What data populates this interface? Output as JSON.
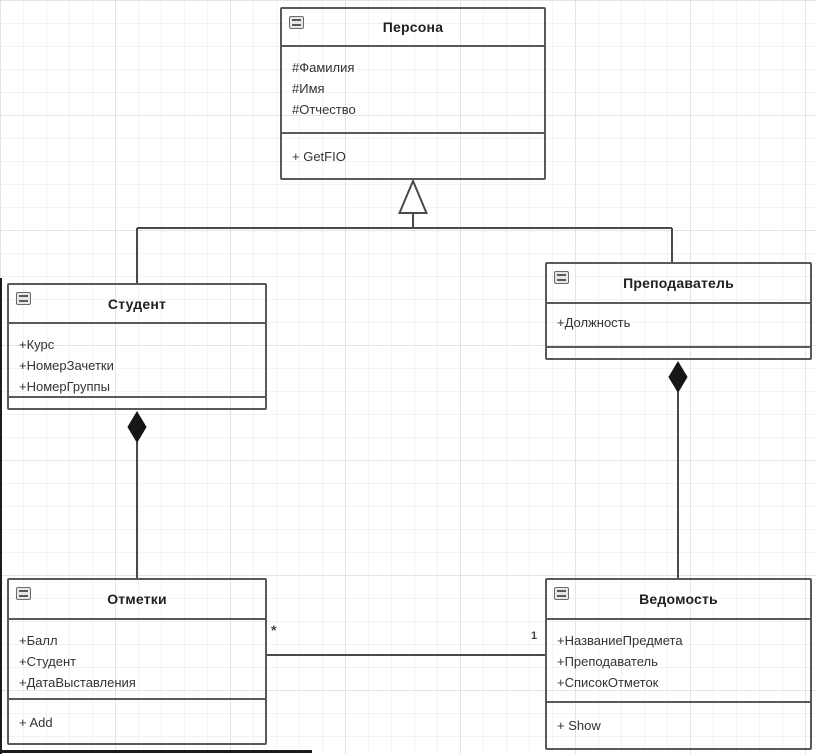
{
  "diagram": {
    "type": "uml-class-diagram",
    "classes": [
      {
        "id": "persona",
        "name": "Персона",
        "attributes": [
          "#Фамилия",
          "#Имя",
          "#Отчество"
        ],
        "methods": [
          "+ GetFIO"
        ]
      },
      {
        "id": "student",
        "name": "Студент",
        "attributes": [
          "+Курс",
          "+НомерЗачетки",
          "+НомерГруппы"
        ],
        "methods": []
      },
      {
        "id": "teacher",
        "name": "Преподаватель",
        "attributes": [
          "+Должность"
        ],
        "methods": []
      },
      {
        "id": "marks",
        "name": "Отметки",
        "attributes": [
          "+Балл",
          "+Студент",
          "+ДатаВыставления"
        ],
        "methods": [
          "+ Add"
        ]
      },
      {
        "id": "vedomost",
        "name": "Ведомость",
        "attributes": [
          "+НазваниеПредмета",
          "+Преподаватель",
          "+СписокОтметок"
        ],
        "methods": [
          "+ Show"
        ]
      }
    ],
    "relationships": [
      {
        "type": "generalization",
        "from": "Студент",
        "to": "Персона"
      },
      {
        "type": "generalization",
        "from": "Преподаватель",
        "to": "Персона"
      },
      {
        "type": "composition",
        "owner": "Студент",
        "part": "Отметки"
      },
      {
        "type": "composition",
        "owner": "Преподаватель",
        "part": "Ведомость"
      },
      {
        "type": "association",
        "from": "Отметки",
        "to": "Ведомость",
        "from_multiplicity": "*",
        "to_multiplicity": "1"
      }
    ],
    "colors": {
      "box_border": "#595959",
      "title_text": "#1f1f1f",
      "member_text": "#333333",
      "connector": "#4a4a4a",
      "canvas_edge": "#1c1c1c"
    }
  }
}
